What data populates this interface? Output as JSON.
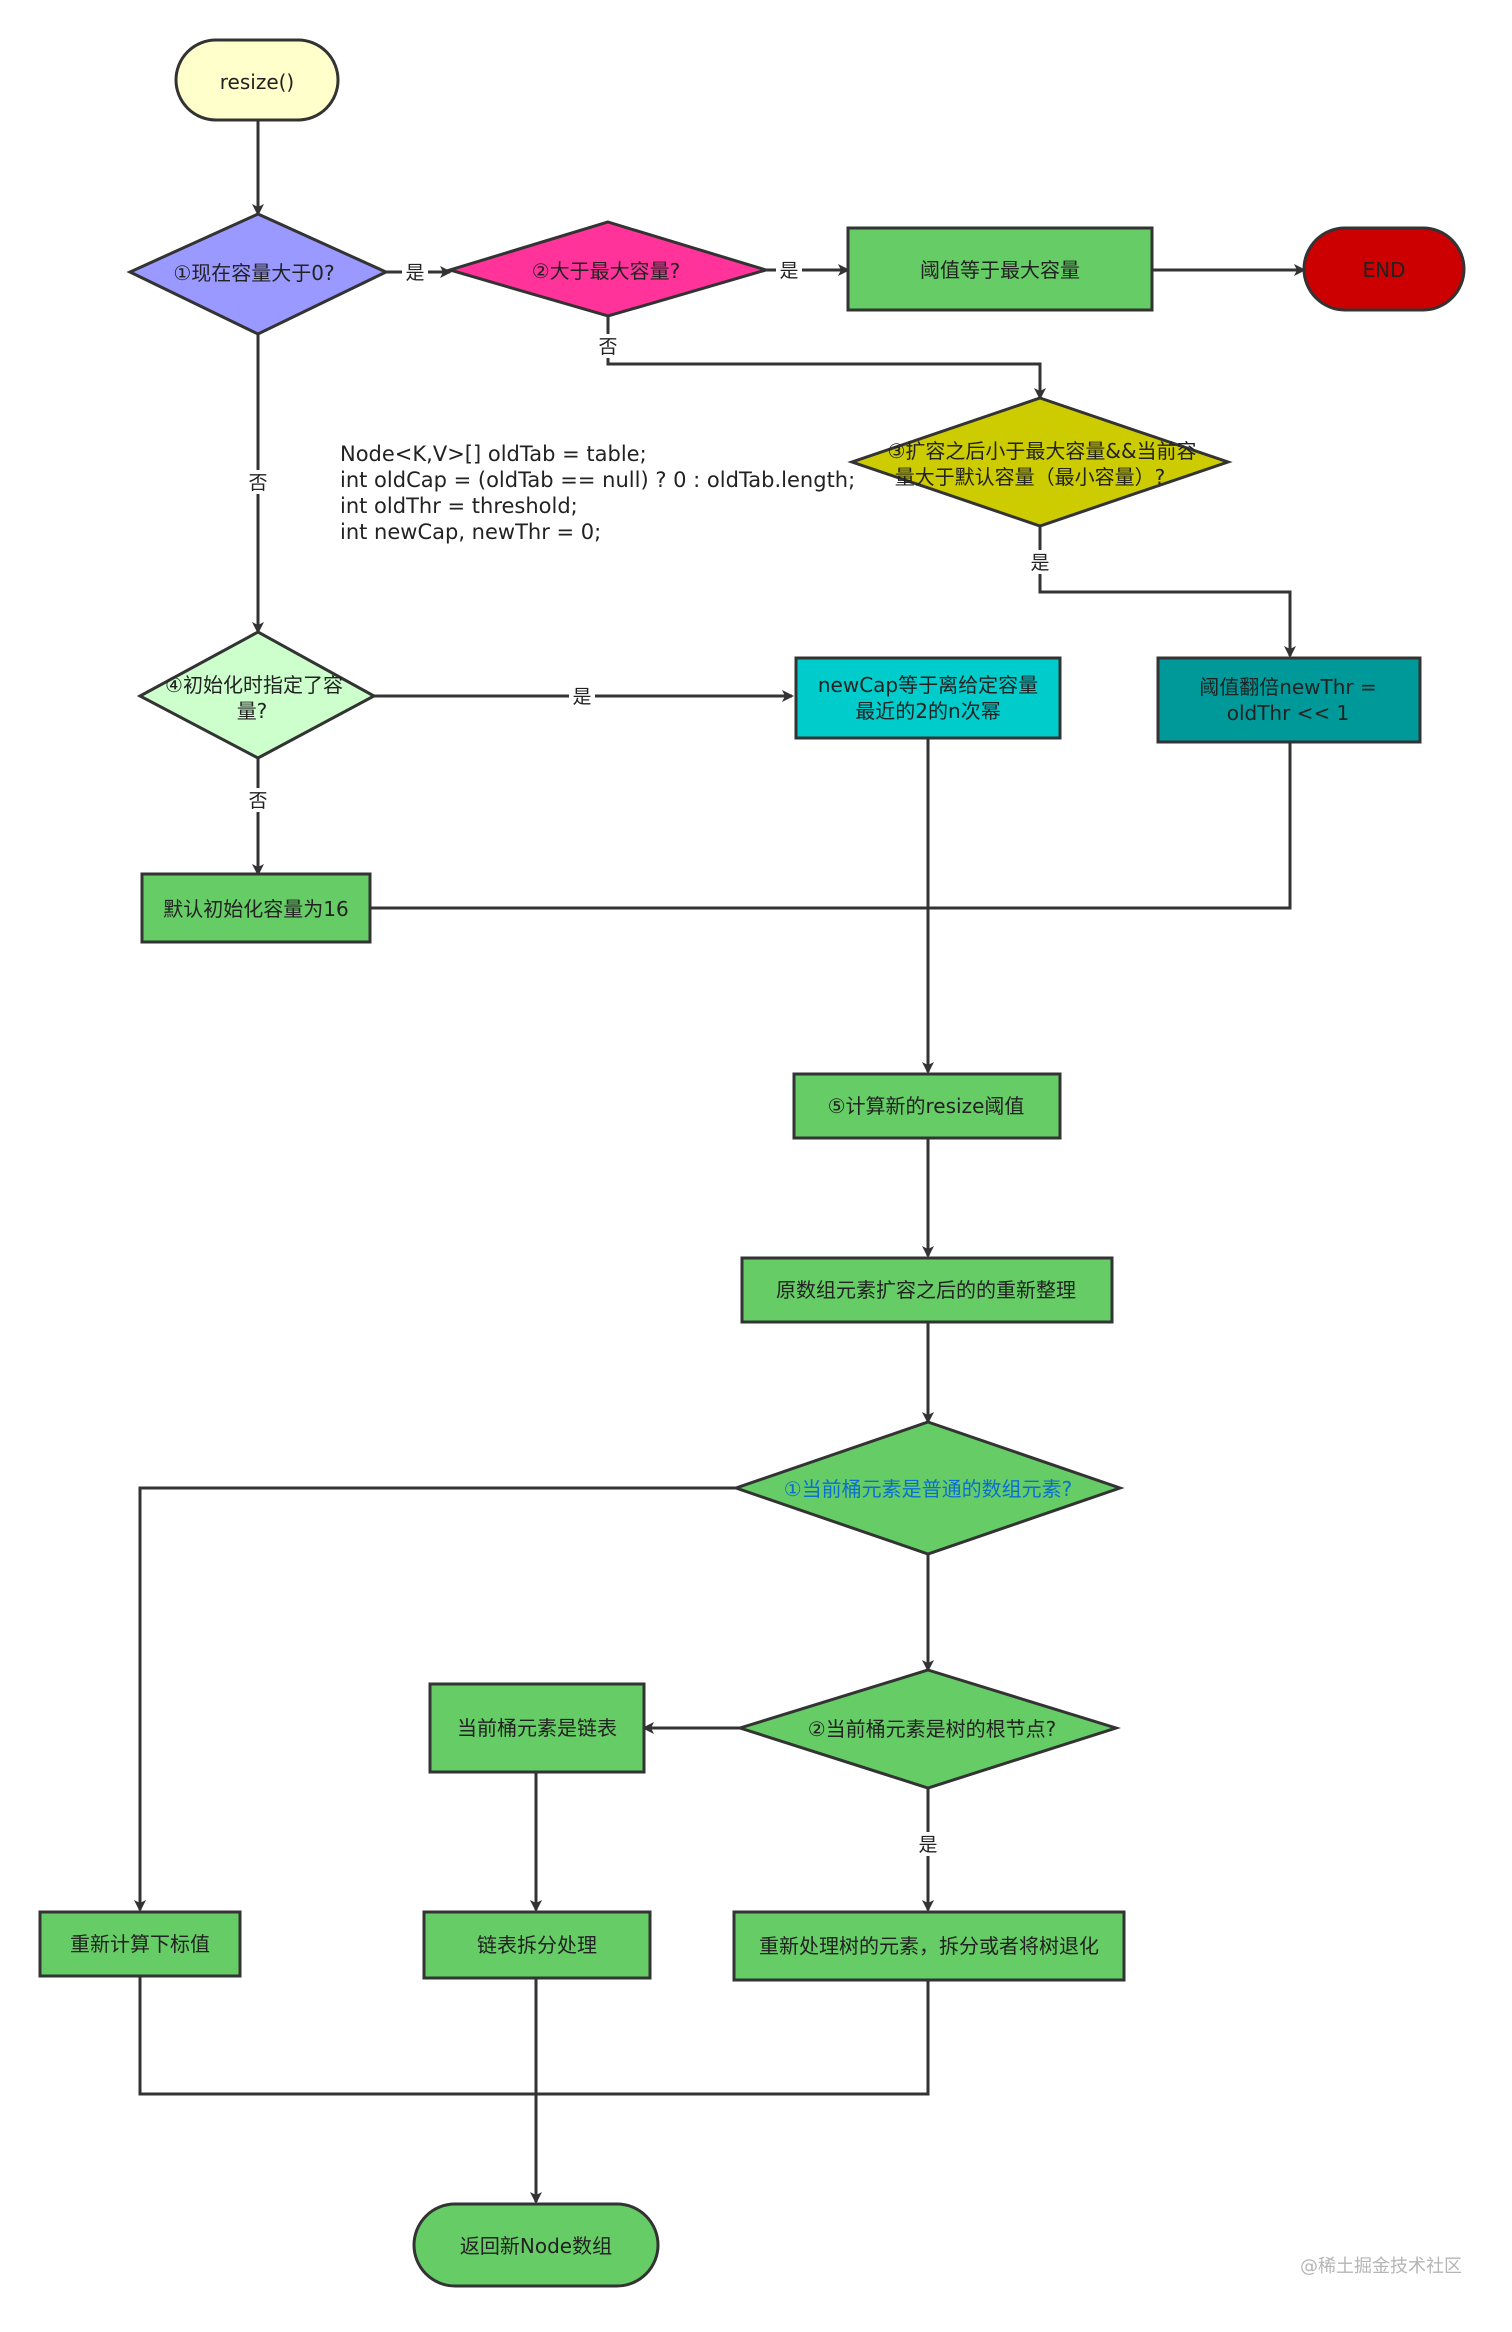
{
  "nodes": {
    "start": "resize()",
    "d1": "①现在容量大于0?",
    "d2": "②大于最大容量?",
    "max_threshold": "阈值等于最大容量",
    "end": "END",
    "d3_line1": "③扩容之后小于最大容量&&当前容",
    "d3_line2": "量大于默认容量（最小容量）?",
    "d4_line1": "④初始化时指定了容",
    "d4_line2": "量?",
    "newcap_line1": "newCap等于离给定容量",
    "newcap_line2": "最近的2的n次幂",
    "double_line1": "阈值翻倍newThr =",
    "double_line2": "oldThr << 1",
    "default16": "默认初始化容量为16",
    "calc_threshold": "⑤计算新的resize阈值",
    "reorganize": "原数组元素扩容之后的的重新整理",
    "b1": "①当前桶元素是普通的数组元素?",
    "b2": "②当前桶元素是树的根节点?",
    "linked": "当前桶元素是链表",
    "recalc_index": "重新计算下标值",
    "split_list": "链表拆分处理",
    "tree_process": "重新处理树的元素，拆分或者将树退化",
    "return_new": "返回新Node数组"
  },
  "edge_labels": {
    "yes": "是",
    "no": "否"
  },
  "code_lines": [
    "Node<K,V>[] oldTab = table;",
    "int oldCap = (oldTab == null) ? 0 : oldTab.length;",
    "int oldThr = threshold;",
    "int newCap, newThr = 0;"
  ],
  "watermark": "@稀土掘金技术社区",
  "colors": {
    "start_fill": "#ffffcc",
    "d1_fill": "#9999ff",
    "d2_fill": "#ff3399",
    "green_fill": "#66cc66",
    "end_fill": "#cc0000",
    "d3_fill": "#cccc00",
    "d4_fill": "#ccffcc",
    "newcap_fill": "#00cccc",
    "double_fill": "#009999",
    "b1_text": "#0a6fd1"
  }
}
